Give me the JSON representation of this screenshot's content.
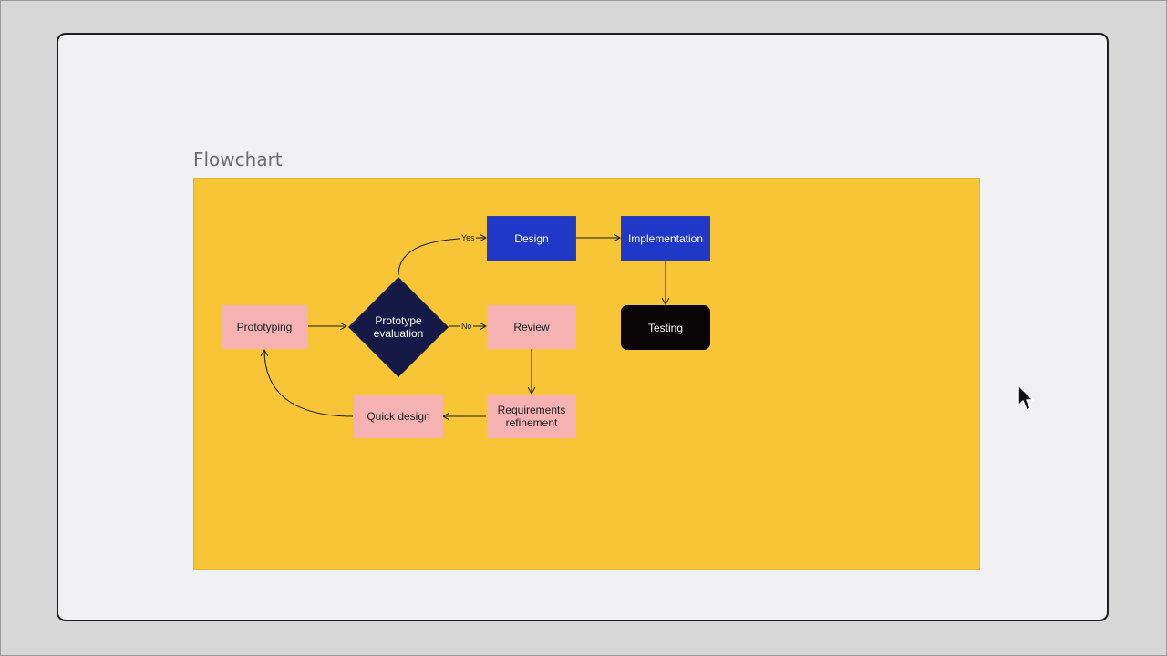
{
  "frame": {
    "title": "Flowchart"
  },
  "nodes": {
    "prototyping": "Prototyping",
    "evaluation": "Prototype evaluation",
    "design": "Design",
    "implementation": "Implementation",
    "testing": "Testing",
    "review": "Review",
    "requirements": "Requirements refinement",
    "quick_design": "Quick design"
  },
  "edges": {
    "yes_label": "Yes",
    "no_label": "No"
  },
  "colors": {
    "canvas": "#f7c535",
    "pink_node": "#f6b2b2",
    "blue_node": "#1f38c7",
    "decision": "#141a45",
    "terminal": "#0a0506"
  },
  "icons": {
    "pointer": "mouse-cursor-icon"
  }
}
